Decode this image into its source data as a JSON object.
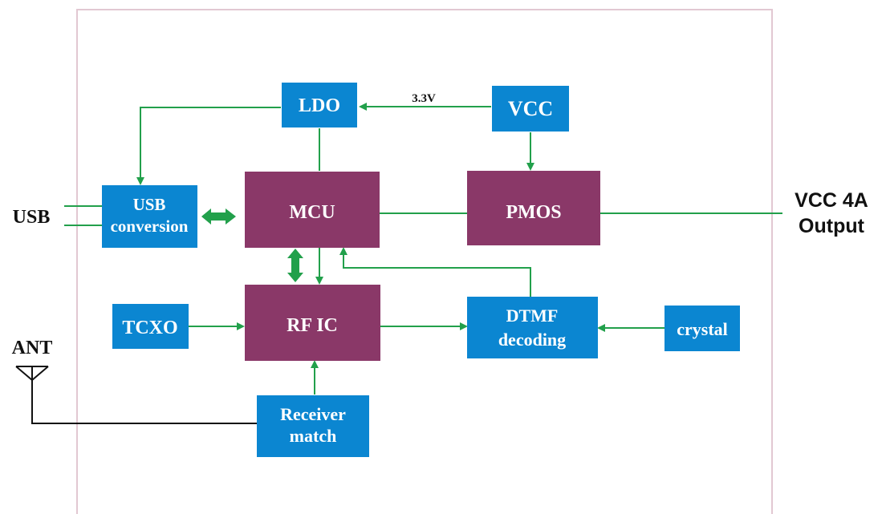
{
  "colors": {
    "blue_box": "#0b86d1",
    "purple_box": "#8a3868",
    "arrow_green": "#22a04b",
    "frame": "#e2c8d2",
    "black_line": "#111111"
  },
  "blocks": {
    "ldo": "LDO",
    "vcc": "VCC",
    "usb_conversion_line1": "USB",
    "usb_conversion_line2": "conversion",
    "mcu": "MCU",
    "pmos": "PMOS",
    "tcxo": "TCXO",
    "rfic": "RF IC",
    "dtmf_line1": "DTMF",
    "dtmf_line2": "decoding",
    "crystal": "crystal",
    "receiver_line1": "Receiver",
    "receiver_line2": "match"
  },
  "labels": {
    "voltage": "3.3V",
    "usb": "USB",
    "ant": "ANT",
    "output_line1": "VCC 4A",
    "output_line2": "Output"
  },
  "icons": {
    "antenna": "antenna-icon"
  }
}
